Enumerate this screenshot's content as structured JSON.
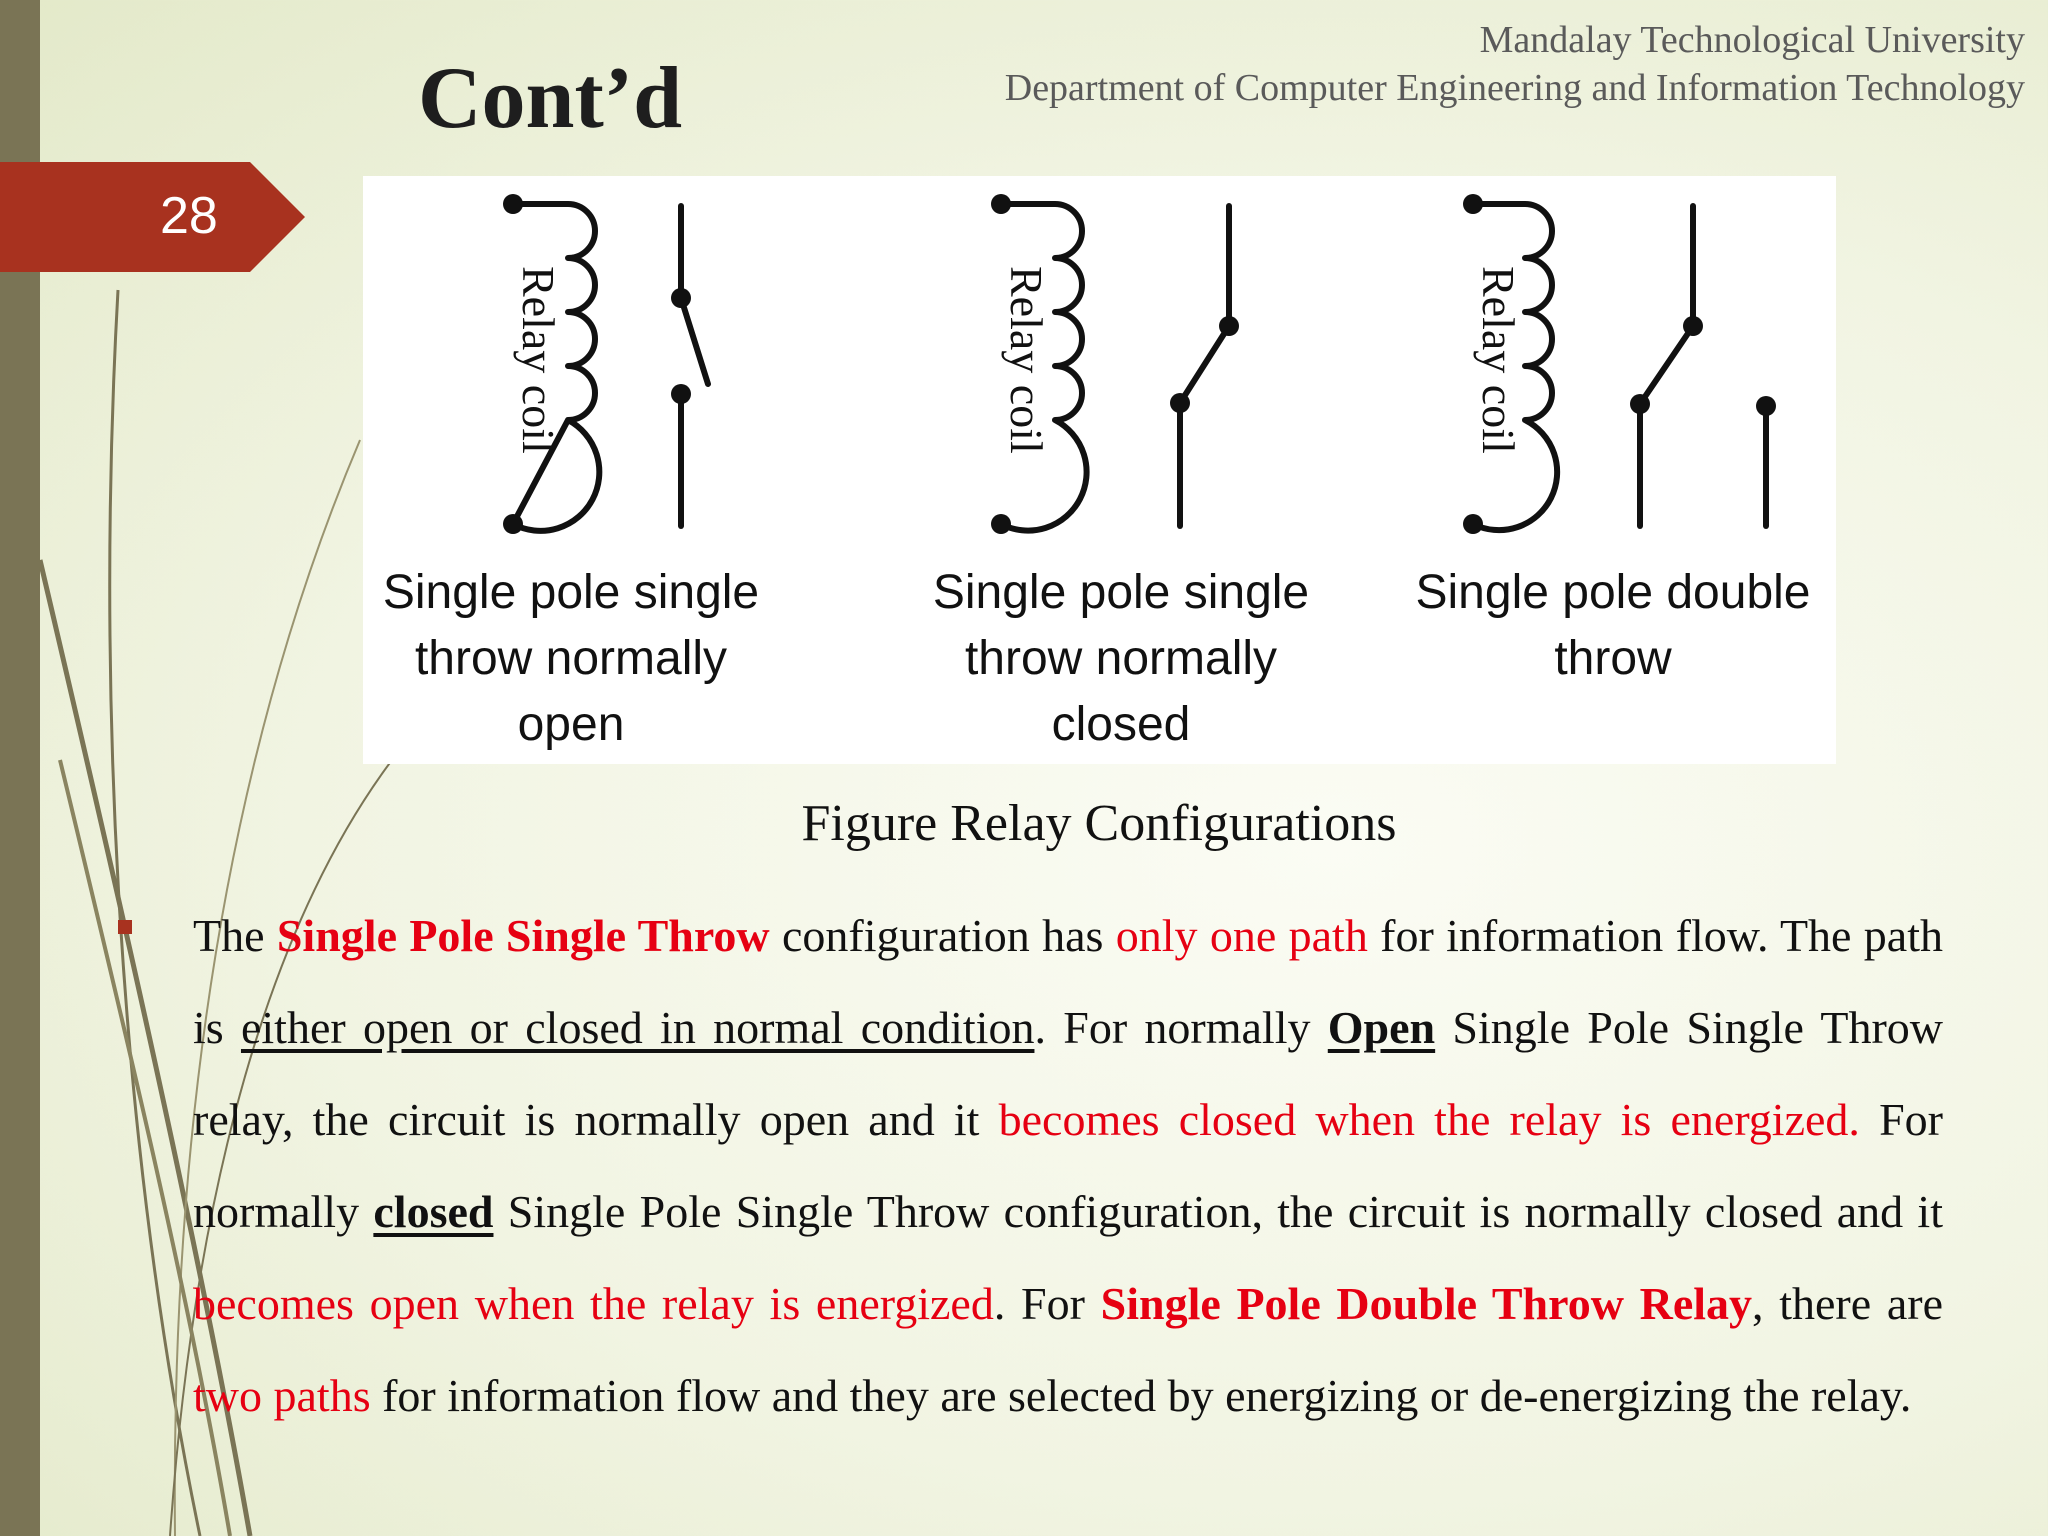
{
  "header": {
    "title": "Cont’d",
    "university": "Mandalay Technological University",
    "department": "Department of Computer Engineering and Information Technology"
  },
  "slide_number": "28",
  "figure": {
    "coil_label": "Relay coil",
    "diagrams": [
      {
        "caption_lines": [
          "Single pole single",
          "throw normally",
          "open"
        ]
      },
      {
        "caption_lines": [
          "Single pole single",
          "throw normally",
          "closed"
        ]
      },
      {
        "caption_lines": [
          "Single pole double",
          "throw"
        ]
      }
    ],
    "caption": "Figure Relay Configurations"
  },
  "body": {
    "segments": [
      "The ",
      "Single Pole Single Throw",
      " configuration has ",
      "only one path",
      " for information flow. The path is ",
      "either open or closed in normal condition",
      ". For normally ",
      "Open",
      " Single Pole Single Throw relay, the circuit is normally open and it ",
      "becomes closed when the relay is energized.",
      " For normally ",
      "closed",
      " Single Pole Single Throw configuration, the circuit is normally closed and it ",
      "becomes open when the relay is energized",
      ". For ",
      "Single Pole Double Throw Relay",
      ", there are ",
      "two paths",
      " for information flow and they are selected by energizing or de-energizing the relay."
    ]
  },
  "colors": {
    "accent": "#a8321f",
    "highlight": "#e60012",
    "side_bar": "#7a7455"
  }
}
